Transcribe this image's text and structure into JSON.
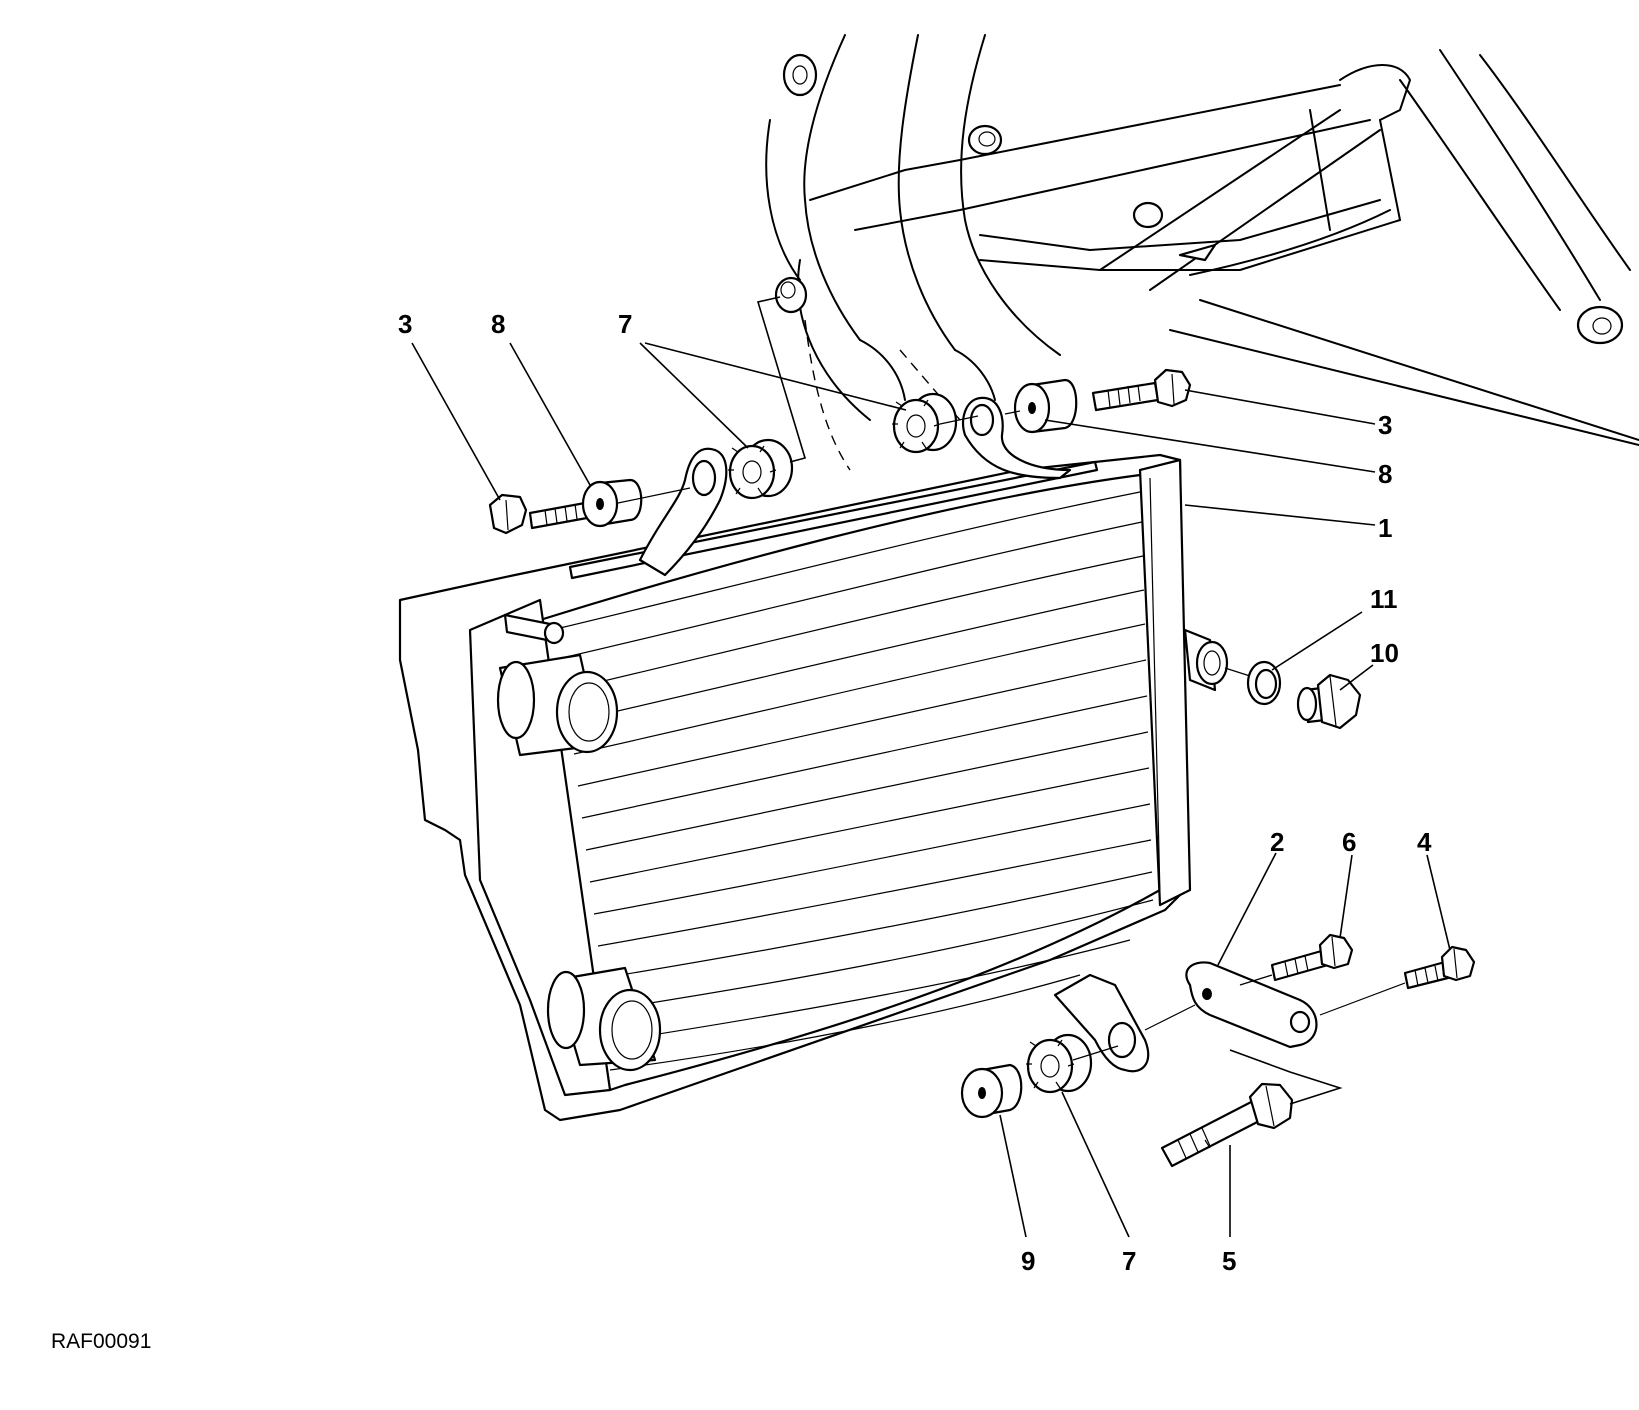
{
  "diagram": {
    "drawing_code": "RAF00091",
    "callouts": [
      {
        "id": "callout-3-left",
        "label": "3"
      },
      {
        "id": "callout-8-left",
        "label": "8"
      },
      {
        "id": "callout-7-top",
        "label": "7"
      },
      {
        "id": "callout-3-right",
        "label": "3"
      },
      {
        "id": "callout-8-right",
        "label": "8"
      },
      {
        "id": "callout-1",
        "label": "1"
      },
      {
        "id": "callout-11",
        "label": "11"
      },
      {
        "id": "callout-10",
        "label": "10"
      },
      {
        "id": "callout-2",
        "label": "2"
      },
      {
        "id": "callout-6",
        "label": "6"
      },
      {
        "id": "callout-4",
        "label": "4"
      },
      {
        "id": "callout-9",
        "label": "9"
      },
      {
        "id": "callout-7-bottom",
        "label": "7"
      },
      {
        "id": "callout-5",
        "label": "5"
      }
    ]
  }
}
